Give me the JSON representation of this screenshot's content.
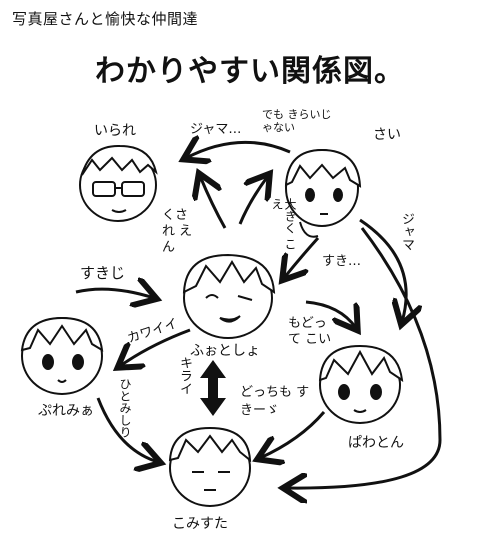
{
  "subtitle": "写真屋さんと愉快な仲間達",
  "title": "わかりやすい関係図。",
  "characters": {
    "irare": "いられ",
    "sai": "さい",
    "fuotoshiyo": "ふぉとしょ",
    "purimia": "ぷれみぁ",
    "pawaton": "ぱわとん",
    "komisuta": "こみすた"
  },
  "relations": {
    "jama_sai_to_irare": "ジャマ…",
    "deme_kirai": "でも きらいじゃない",
    "kusakusare": "くされ えん",
    "sai_side_vertical": "大きく こえ",
    "suki_to_fuo": "すき…",
    "jama_sai_to_pawa": "ジャマ",
    "suki_left": "すきじ",
    "kawaii": "カワイイ",
    "modottekoi": "もどって こい",
    "kirai": "キライ",
    "dotchimo_suki": "どっちも すきーゞ",
    "hitomishiri": "ひとみしり"
  }
}
